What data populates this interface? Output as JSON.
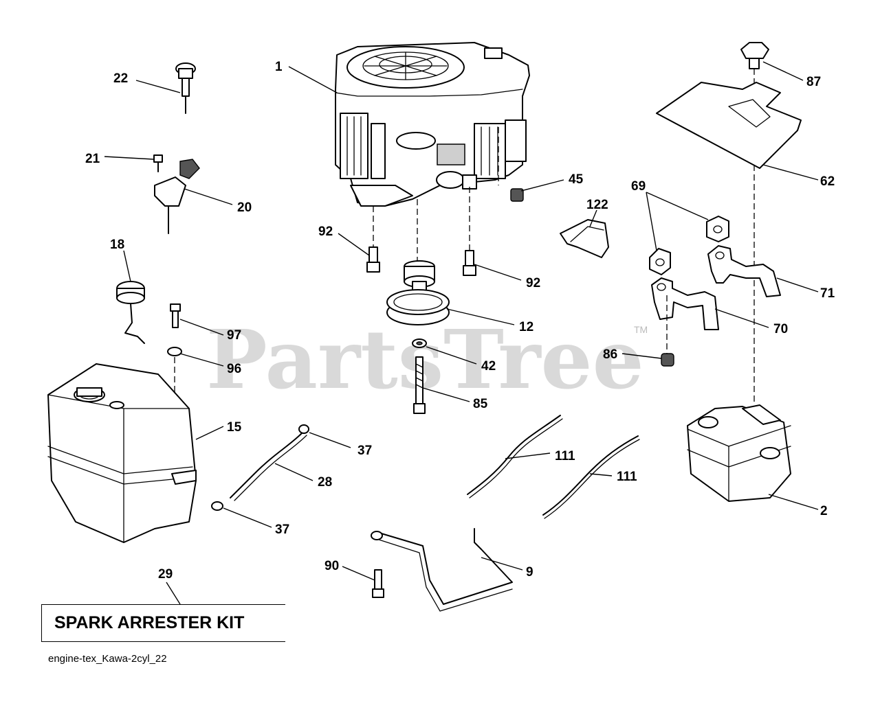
{
  "watermark": {
    "text": "PartsTree",
    "trademark": "TM"
  },
  "kit": {
    "label": "SPARK ARRESTER KIT",
    "callout": "29"
  },
  "diagram_id": "engine-tex_Kawa-2cyl_22",
  "callouts": {
    "p1": "1",
    "p2": "2",
    "p9": "9",
    "p12": "12",
    "p15": "15",
    "p18": "18",
    "p20": "20",
    "p21": "21",
    "p22": "22",
    "p28": "28",
    "p37a": "37",
    "p37b": "37",
    "p42": "42",
    "p45": "45",
    "p62": "62",
    "p69": "69",
    "p70": "70",
    "p71": "71",
    "p85": "85",
    "p86": "86",
    "p87": "87",
    "p90": "90",
    "p92a": "92",
    "p92b": "92",
    "p96": "96",
    "p97": "97",
    "p111a": "111",
    "p111b": "111",
    "p122": "122"
  }
}
